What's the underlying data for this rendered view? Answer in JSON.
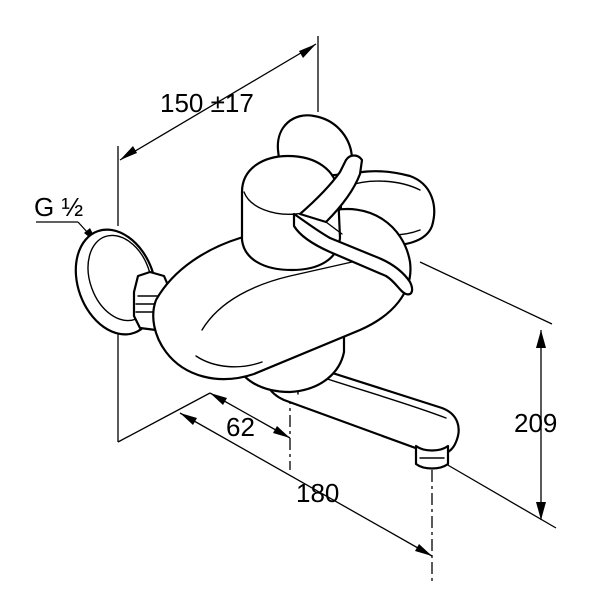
{
  "dimensions": {
    "inlet_spacing": "150 ±17",
    "connection_thread": "G ½",
    "projection_to_body": "62",
    "spout_projection": "180",
    "spout_height": "209"
  }
}
